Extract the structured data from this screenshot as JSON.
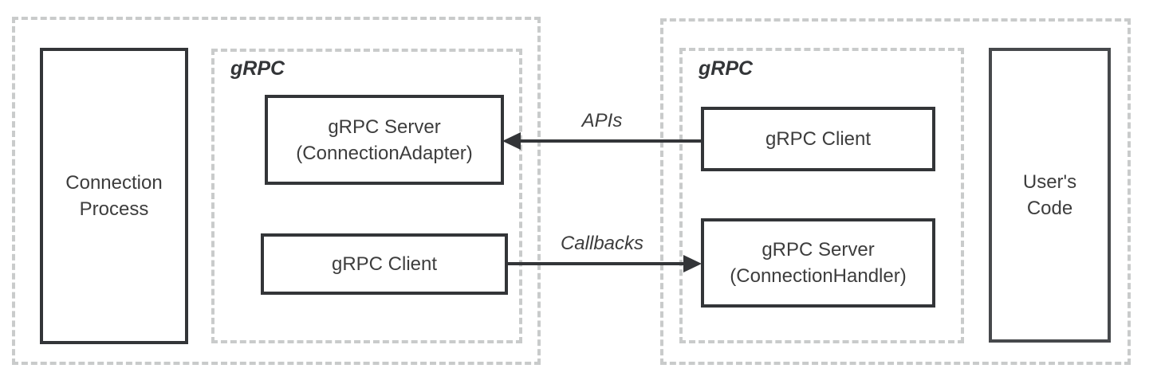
{
  "colors": {
    "background": "#ffffff",
    "solid_border": "#333538",
    "dashed_border": "#c9cbcb",
    "text": "#3d3d3d",
    "arrow": "#333538"
  },
  "left_region": {
    "process_box": {
      "line1": "Connection",
      "line2": "Process"
    },
    "grpc_label": "gRPC",
    "server_box": {
      "line1": "gRPC Server",
      "line2": "(ConnectionAdapter)"
    },
    "client_box": {
      "label": "gRPC Client"
    }
  },
  "arrows": {
    "apis": {
      "label": "APIs",
      "direction": "right-to-left"
    },
    "callbacks": {
      "label": "Callbacks",
      "direction": "left-to-right"
    }
  },
  "right_region": {
    "grpc_label": "gRPC",
    "client_box": {
      "label": "gRPC Client"
    },
    "server_box": {
      "line1": "gRPC Server",
      "line2": "(ConnectionHandler)"
    },
    "users_code_box": {
      "line1": "User's",
      "line2": "Code"
    }
  }
}
